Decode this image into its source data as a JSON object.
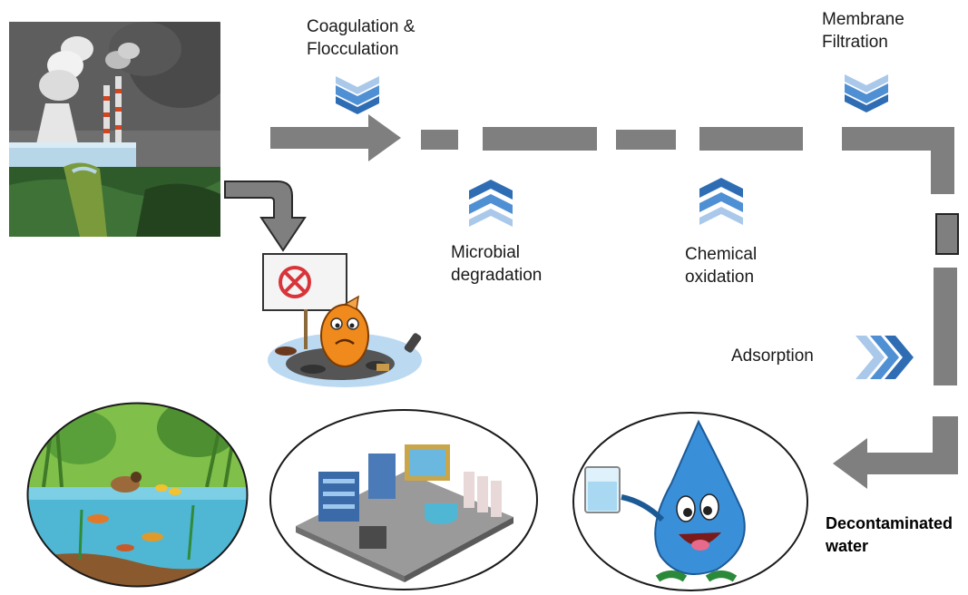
{
  "title": "",
  "steps": {
    "coagulation": {
      "line1": "Coagulation &",
      "line2": "Flocculation"
    },
    "microbial": {
      "line1": "Microbial",
      "line2": "degradation"
    },
    "chemical": {
      "line1": "Chemical",
      "line2": "oxidation"
    },
    "membrane": {
      "line1": "Membrane",
      "line2": "Filtration"
    },
    "adsorption": {
      "label": "Adsorption"
    }
  },
  "output": {
    "line1": "Decontaminated",
    "line2": "water"
  },
  "colors": {
    "arrow_gray": "#7f7f7f",
    "chevron_dark": "#2e6db4",
    "chevron_light": "#a9c8ea",
    "water_blue": "#3a8fd9",
    "smoke_gray": "#6d6d6d",
    "grass_green": "#2f5a2a"
  },
  "icons": {
    "pollution_scene": "factory-pollution-illustration",
    "sad_fish": "polluted-fish-protest-illustration",
    "pond": "pond-ecosystem-illustration",
    "treatment_plant": "water-treatment-plant-illustration",
    "water_drop": "happy-water-drop-illustration"
  }
}
